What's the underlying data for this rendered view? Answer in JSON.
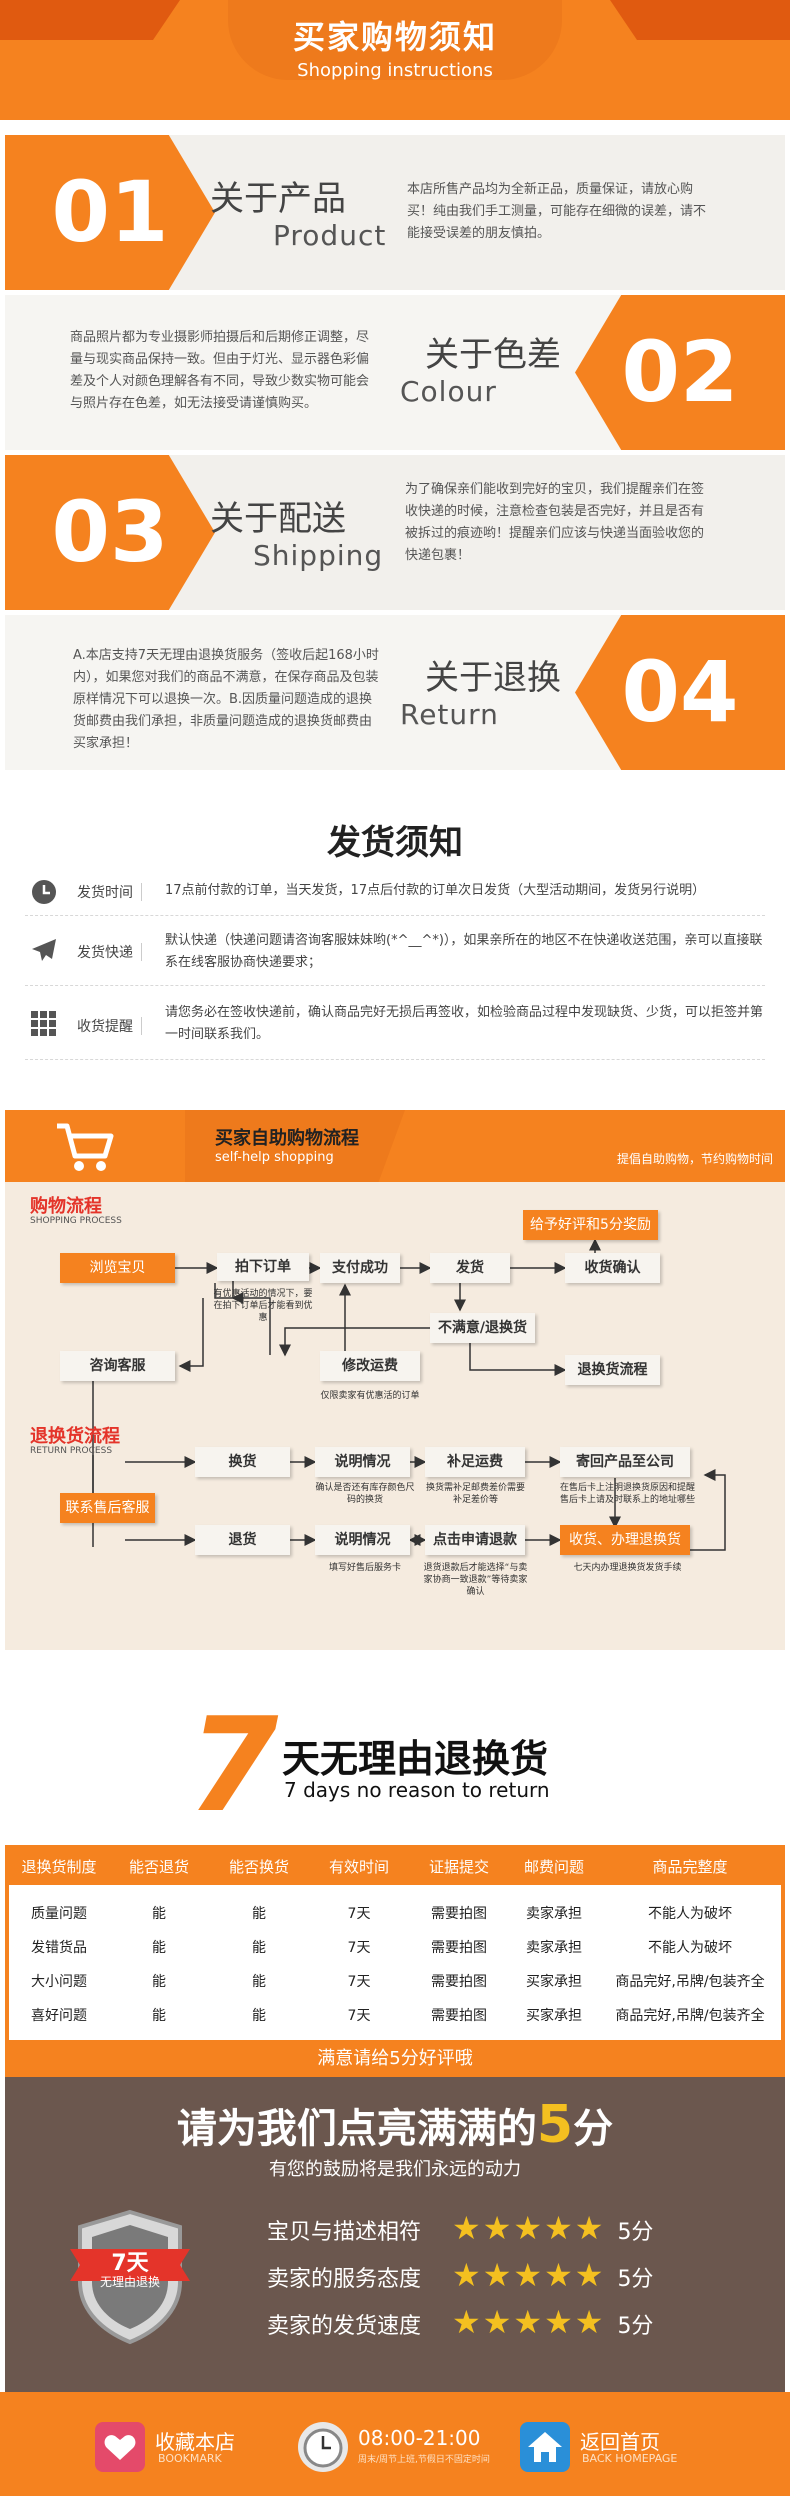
{
  "header": {
    "title": "买家购物须知",
    "subtitle": "Shopping instructions"
  },
  "sections": [
    {
      "num": "01",
      "title": "关于产品",
      "sub": "Product",
      "desc": "本店所售产品均为全新正品，质量保证，请放心购买！纯由我们手工测量，可能存在细微的误差，请不能接受误差的朋友慎拍。"
    },
    {
      "num": "02",
      "title": "关于色差",
      "sub": "Colour",
      "desc": "商品照片都为专业摄影师拍摄后和后期修正调整，尽量与现实商品保持一致。但由于灯光、显示器色彩偏差及个人对颜色理解各有不同，导致少数实物可能会与照片存在色差，如无法接受请谨慎购买。"
    },
    {
      "num": "03",
      "title": "关于配送",
      "sub": "Shipping",
      "desc": "为了确保亲们能收到完好的宝贝，我们提醒亲们在签收快递的时候，注意检查包装是否完好，并且是否有被拆过的痕迹哟！提醒亲们应该与快递当面验收您的快递包裹！"
    },
    {
      "num": "04",
      "title": "关于退换",
      "sub": "Return",
      "desc": "A.本店支持7天无理由退换货服务（签收后起168小时内），如果您对我们的商品不满意，在保存商品及包装原样情况下可以退换一次。B.因质量问题造成的退换货邮费由我们承担，非质量问题造成的退换货邮费由买家承担！"
    }
  ],
  "shipping": {
    "title": "发货须知",
    "rows": [
      {
        "icon": "clock-icon",
        "label": "发货时间",
        "text": "17点前付款的订单，当天发货，17点后付款的订单次日发货（大型活动期间，发货另行说明）"
      },
      {
        "icon": "airplane-icon",
        "label": "发货快递",
        "text": "默认快递（快递问题请咨询客服妹妹哟(*^__^*)），如果亲所在的地区不在快递收送范围，亲可以直接联系在线客服协商快递要求；"
      },
      {
        "icon": "grid-icon",
        "label": "收货提醒",
        "text": "请您务必在签收快递前，确认商品完好无损后再签收，如检验商品过程中发现缺货、少货，可以拒签并第一时间联系我们。"
      }
    ]
  },
  "process": {
    "title": "买家自助购物流程",
    "subtitle": "self-help shopping",
    "slogan": "提倡自助购物，节约购物时间",
    "buy_title": "购物流程",
    "buy_sub": "SHOPPING PROCESS",
    "return_title": "退换货流程",
    "return_sub": "RETURN PROCESS",
    "buy_nodes": {
      "browse": "浏览宝贝",
      "order": "拍下订单",
      "order_note": "有优惠活动的情况下，要在拍下订单后才能看到优惠",
      "pay": "支付成功",
      "ship": "发货",
      "confirm": "收货确认",
      "review": "给予好评和5分奖励",
      "consult": "咨询客服",
      "modify": "修改运费",
      "modify_note": "仅限卖家有优惠活的订单",
      "unsatisfied": "不满意/退换货",
      "flow": "退换货流程"
    },
    "ret_nodes": {
      "service": "联系售后客服",
      "exchange": "换货",
      "exp1": "说明情况",
      "exp1_note": "确认是否还有库存颜色尺码的换货",
      "postage": "补足运费",
      "postage_note": "换货需补足邮费差价需要补足差价等",
      "send": "寄回产品至公司",
      "send_note": "在售后卡上注明退换货原因和提醒售后卡上请及时联系上的地址哪些",
      "refund": "退货",
      "exp2": "说明情况",
      "exp2_note": "填写好售后服务卡",
      "apply": "点击申请退款",
      "apply_note": "退货退款后才能选择“与卖家协商一致退款”等待卖家确认",
      "receive": "收货、办理退换货",
      "receive_note": "七天内办理退换货发货手续"
    }
  },
  "seven": {
    "num": "7",
    "title": "天无理由退换货",
    "sub": "7 days no reason to return"
  },
  "table": {
    "headers": [
      "退换货制度",
      "能否退货",
      "能否换货",
      "有效时间",
      "证据提交",
      "邮费问题",
      "商品完整度"
    ],
    "rows": [
      [
        "质量问题",
        "能",
        "能",
        "7天",
        "需要拍图",
        "卖家承担",
        "不能人为破坏"
      ],
      [
        "发错货品",
        "能",
        "能",
        "7天",
        "需要拍图",
        "卖家承担",
        "不能人为破坏"
      ],
      [
        "大小问题",
        "能",
        "能",
        "7天",
        "需要拍图",
        "买家承担",
        "商品完好,吊牌/包装齐全"
      ],
      [
        "喜好问题",
        "能",
        "能",
        "7天",
        "需要拍图",
        "买家承担",
        "商品完好,吊牌/包装齐全"
      ]
    ],
    "footer": "满意请给5分好评哦"
  },
  "rating": {
    "title_a": "请为我们点亮满满的",
    "title_num": "5",
    "title_b": "分",
    "sub": "有您的鼓励将是我们永远的动力",
    "shield_a": "7天",
    "shield_b": "无理由退换",
    "items": [
      {
        "label": "宝贝与描述相符",
        "score": "5分"
      },
      {
        "label": "卖家的服务态度",
        "score": "5分"
      },
      {
        "label": "卖家的发货速度",
        "score": "5分"
      }
    ],
    "star_count": 5
  },
  "footer": {
    "fav": "收藏本店",
    "fav_sub": "BOOKMARK",
    "time": "08:00-21:00",
    "time_sub": "周末/周节上班,节假日不固定时间",
    "home": "返回首页",
    "home_sub": "BACK HOMEPAGE"
  },
  "colors": {
    "accent": "#f5821f",
    "brown": "#6b574e",
    "red": "#e4342a"
  }
}
